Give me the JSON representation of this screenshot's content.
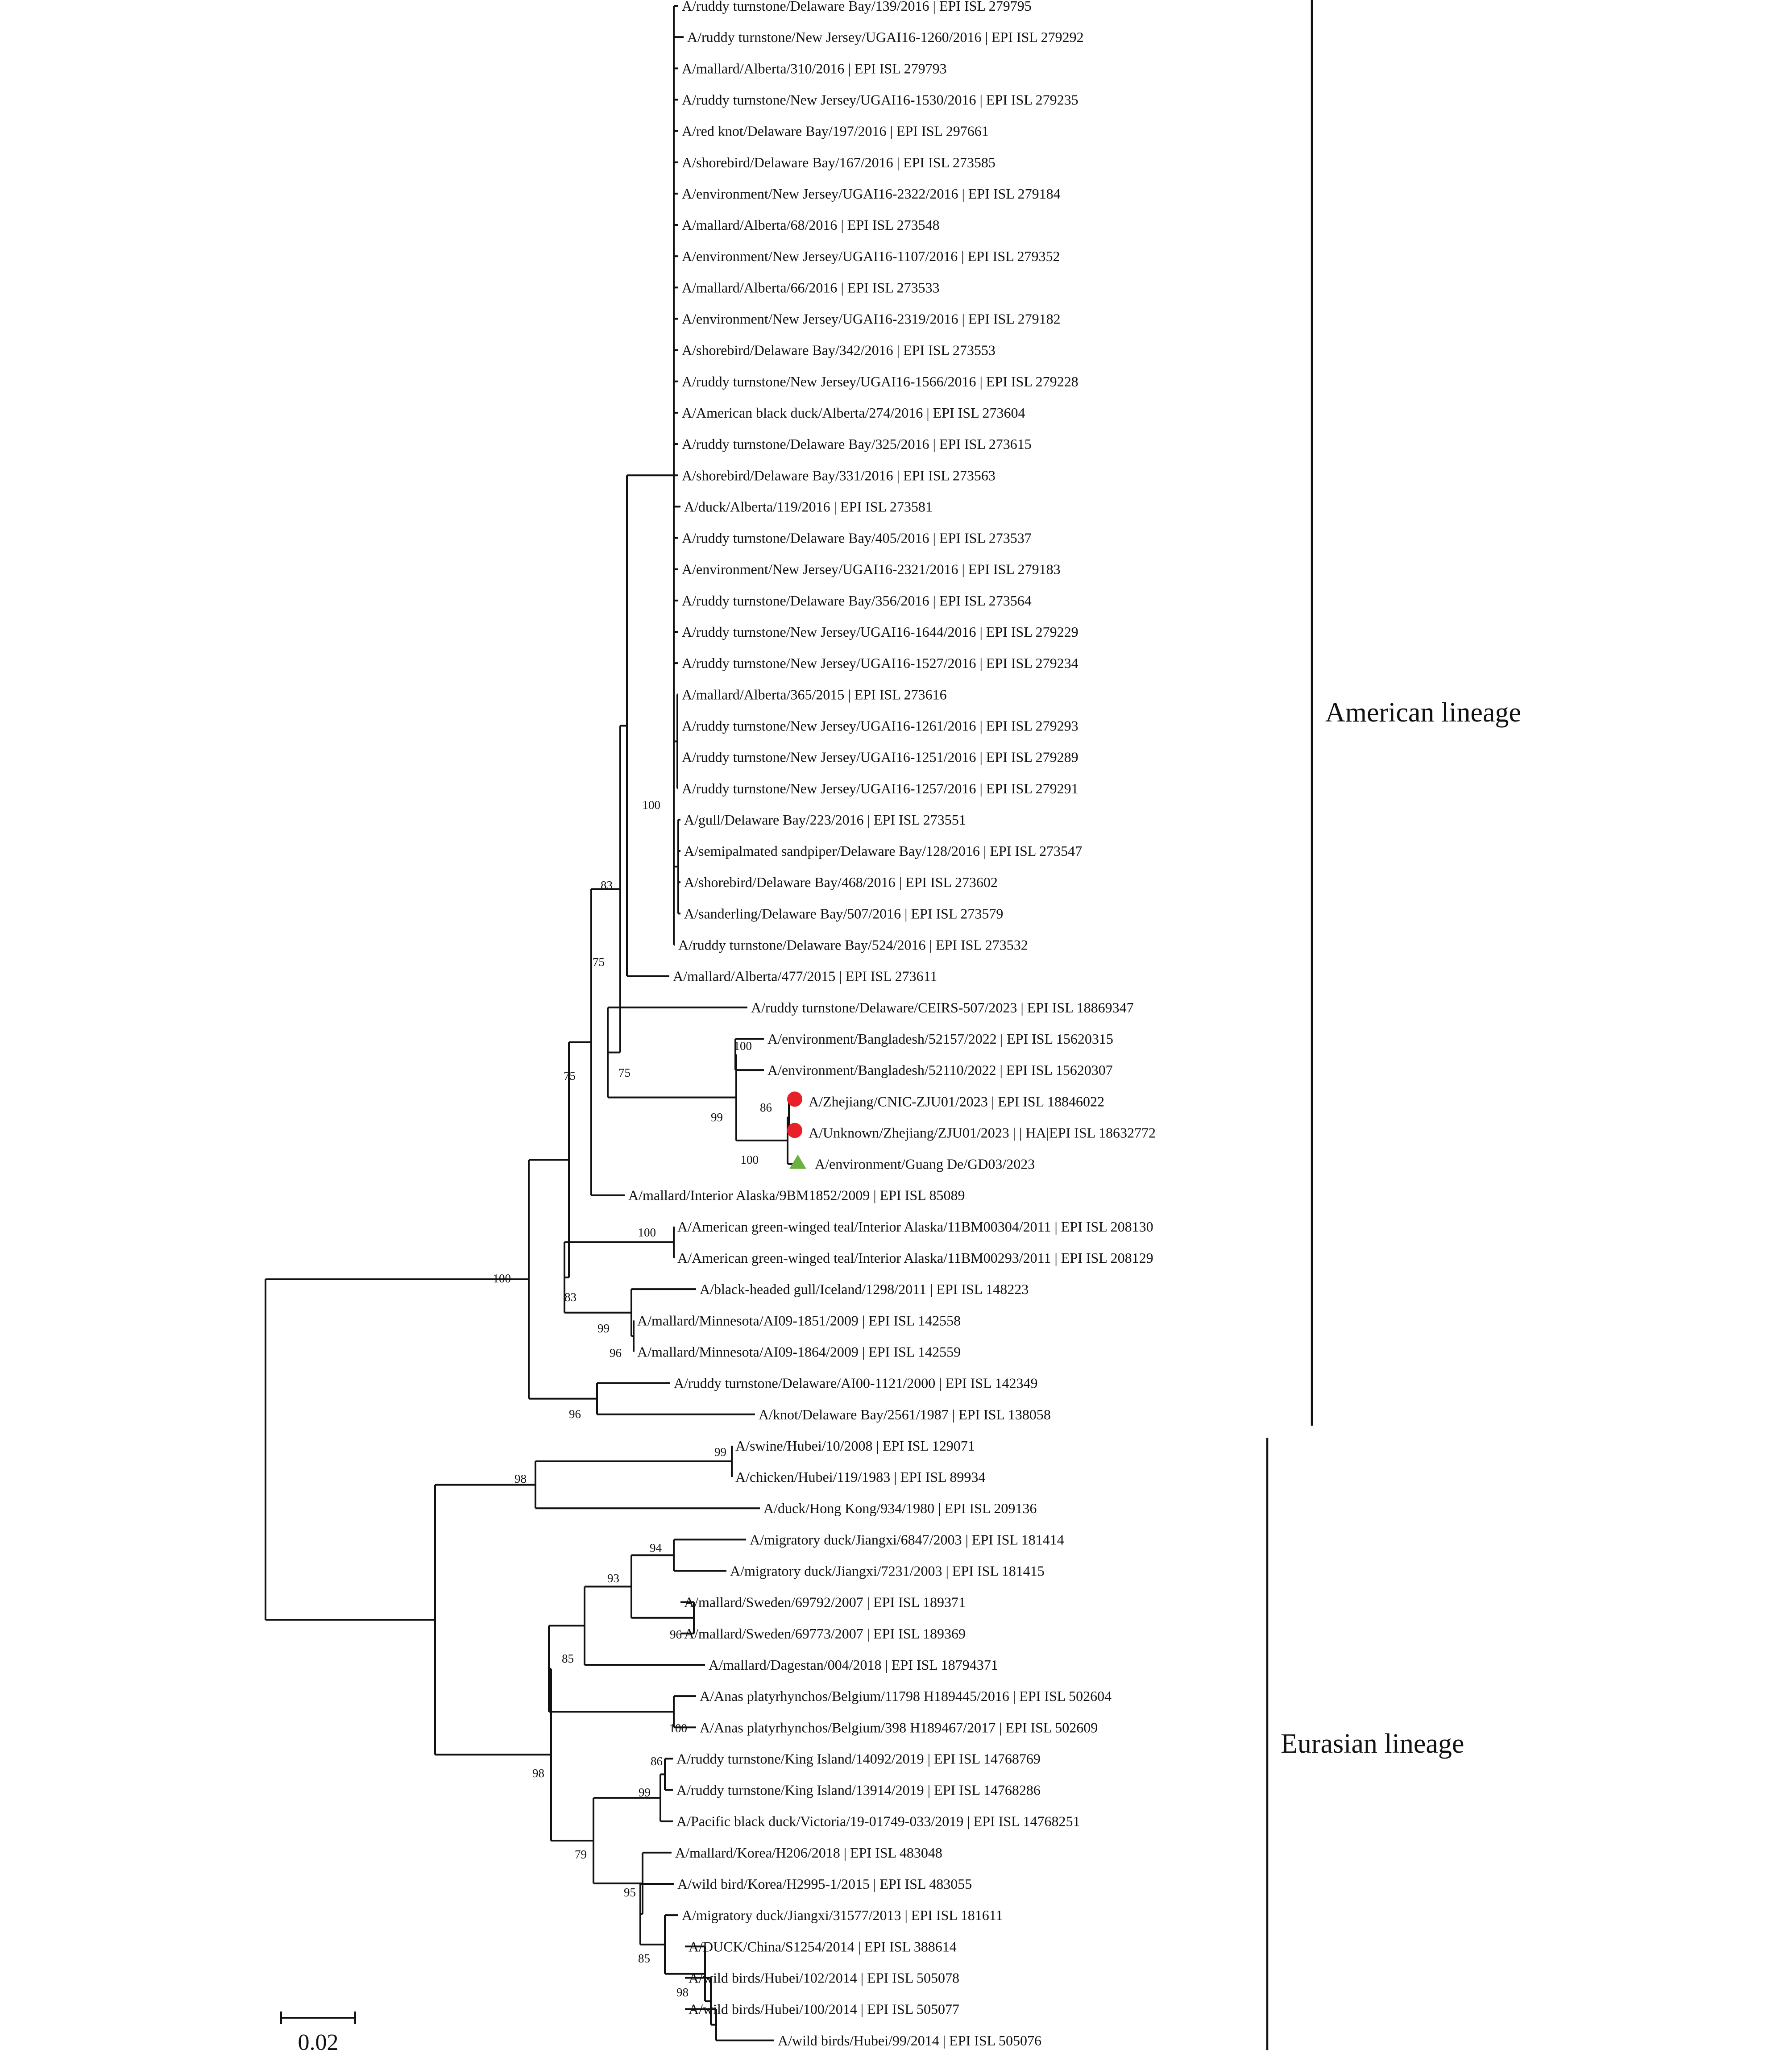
{
  "tips": [
    "A/ruddy turnstone/Delaware Bay/139/2016 | EPI ISL 279795",
    "A/ruddy turnstone/New Jersey/UGAI16-1260/2016 | EPI ISL 279292",
    "A/mallard/Alberta/310/2016 | EPI ISL 279793",
    "A/ruddy turnstone/New Jersey/UGAI16-1530/2016 | EPI ISL 279235",
    "A/red knot/Delaware Bay/197/2016 | EPI ISL 297661",
    "A/shorebird/Delaware Bay/167/2016 | EPI ISL 273585",
    "A/environment/New Jersey/UGAI16-2322/2016 | EPI ISL 279184",
    "A/mallard/Alberta/68/2016 | EPI ISL 273548",
    "A/environment/New Jersey/UGAI16-1107/2016 | EPI ISL 279352",
    "A/mallard/Alberta/66/2016 | EPI ISL 273533",
    "A/environment/New Jersey/UGAI16-2319/2016 | EPI ISL 279182",
    "A/shorebird/Delaware Bay/342/2016 | EPI ISL 273553",
    "A/ruddy turnstone/New Jersey/UGAI16-1566/2016 | EPI ISL 279228",
    "A/American black duck/Alberta/274/2016 | EPI ISL 273604",
    "A/ruddy turnstone/Delaware Bay/325/2016 | EPI ISL 273615",
    "A/shorebird/Delaware Bay/331/2016 | EPI ISL 273563",
    "A/duck/Alberta/119/2016 | EPI ISL 273581",
    "A/ruddy turnstone/Delaware Bay/405/2016 | EPI ISL 273537",
    "A/environment/New Jersey/UGAI16-2321/2016 | EPI ISL 279183",
    "A/ruddy turnstone/Delaware Bay/356/2016 | EPI ISL 273564",
    "A/ruddy turnstone/New Jersey/UGAI16-1644/2016 | EPI ISL 279229",
    "A/ruddy turnstone/New Jersey/UGAI16-1527/2016 | EPI ISL 279234",
    "A/mallard/Alberta/365/2015 | EPI ISL 273616",
    "A/ruddy turnstone/New Jersey/UGAI16-1261/2016 | EPI ISL 279293",
    "A/ruddy turnstone/New Jersey/UGAI16-1251/2016 | EPI ISL 279289",
    "A/ruddy turnstone/New Jersey/UGAI16-1257/2016 | EPI ISL 279291",
    "A/gull/Delaware Bay/223/2016 | EPI ISL 273551",
    "A/semipalmated sandpiper/Delaware Bay/128/2016 | EPI ISL 273547",
    "A/shorebird/Delaware Bay/468/2016 | EPI ISL 273602",
    "A/sanderling/Delaware Bay/507/2016 | EPI ISL 273579",
    "A/ruddy turnstone/Delaware Bay/524/2016 | EPI ISL 273532",
    "A/mallard/Alberta/477/2015 | EPI ISL 273611",
    "A/ruddy turnstone/Delaware/CEIRS-507/2023 | EPI ISL 18869347",
    "A/environment/Bangladesh/52157/2022 | EPI ISL 15620315",
    "A/environment/Bangladesh/52110/2022 | EPI ISL 15620307",
    "A/Zhejiang/CNIC-ZJU01/2023 | EPI ISL 18846022",
    "A/Unknown/Zhejiang/ZJU01/2023 | | HA|EPI ISL 18632772",
    "A/environment/Guang De/GD03/2023",
    "A/mallard/Interior Alaska/9BM1852/2009 | EPI ISL 85089",
    "A/American green-winged teal/Interior Alaska/11BM00304/2011 | EPI ISL 208130",
    "A/American green-winged teal/Interior Alaska/11BM00293/2011 | EPI ISL 208129",
    "A/black-headed gull/Iceland/1298/2011 | EPI ISL 148223",
    "A/mallard/Minnesota/AI09-1851/2009 | EPI ISL 142558",
    "A/mallard/Minnesota/AI09-1864/2009 | EPI ISL 142559",
    "A/ruddy turnstone/Delaware/AI00-1121/2000 | EPI ISL 142349",
    "A/knot/Delaware Bay/2561/1987 | EPI ISL 138058",
    "A/swine/Hubei/10/2008 | EPI ISL 129071",
    "A/chicken/Hubei/119/1983 | EPI ISL 89934",
    "A/duck/Hong Kong/934/1980 | EPI ISL 209136",
    "A/migratory duck/Jiangxi/6847/2003 | EPI ISL 181414",
    "A/migratory duck/Jiangxi/7231/2003 | EPI ISL 181415",
    "A/mallard/Sweden/69792/2007 | EPI ISL 189371",
    "A/mallard/Sweden/69773/2007 | EPI ISL 189369",
    "A/mallard/Dagestan/004/2018 | EPI ISL 18794371",
    "A/Anas platyrhynchos/Belgium/11798 H189445/2016 | EPI ISL 502604",
    "A/Anas platyrhynchos/Belgium/398 H189467/2017 | EPI ISL 502609",
    "A/ruddy turnstone/King Island/14092/2019 | EPI ISL 14768769",
    "A/ruddy turnstone/King Island/13914/2019 | EPI ISL 14768286",
    "A/Pacific black duck/Victoria/19-01749-033/2019 | EPI ISL 14768251",
    "A/mallard/Korea/H206/2018 | EPI ISL 483048",
    "A/wild bird/Korea/H2995-1/2015 | EPI ISL 483055",
    "A/migratory duck/Jiangxi/31577/2013 | EPI ISL 181611",
    "A/DUCK/China/S1254/2014 | EPI ISL 388614",
    "A/wild birds/Hubei/102/2014 | EPI ISL 505078",
    "A/wild birds/Hubei/100/2014 | EPI ISL 505077",
    "A/wild birds/Hubei/99/2014 | EPI ISL 505076"
  ],
  "bootstrap": [
    "100",
    "83",
    "75",
    "75",
    "75",
    "100",
    "86",
    "99",
    "100",
    "100",
    "100",
    "83",
    "99",
    "96",
    "96",
    "99",
    "98",
    "94",
    "93",
    "96",
    "85",
    "100",
    "98",
    "86",
    "99",
    "79",
    "95",
    "85",
    "98"
  ],
  "clades": {
    "american": "American lineage",
    "eurasian": "Eurasian lineage"
  },
  "scale_bar": {
    "label": "0.02"
  },
  "markers": {
    "red_circle": "#e8202a",
    "green_triangle": "#6ab043"
  }
}
